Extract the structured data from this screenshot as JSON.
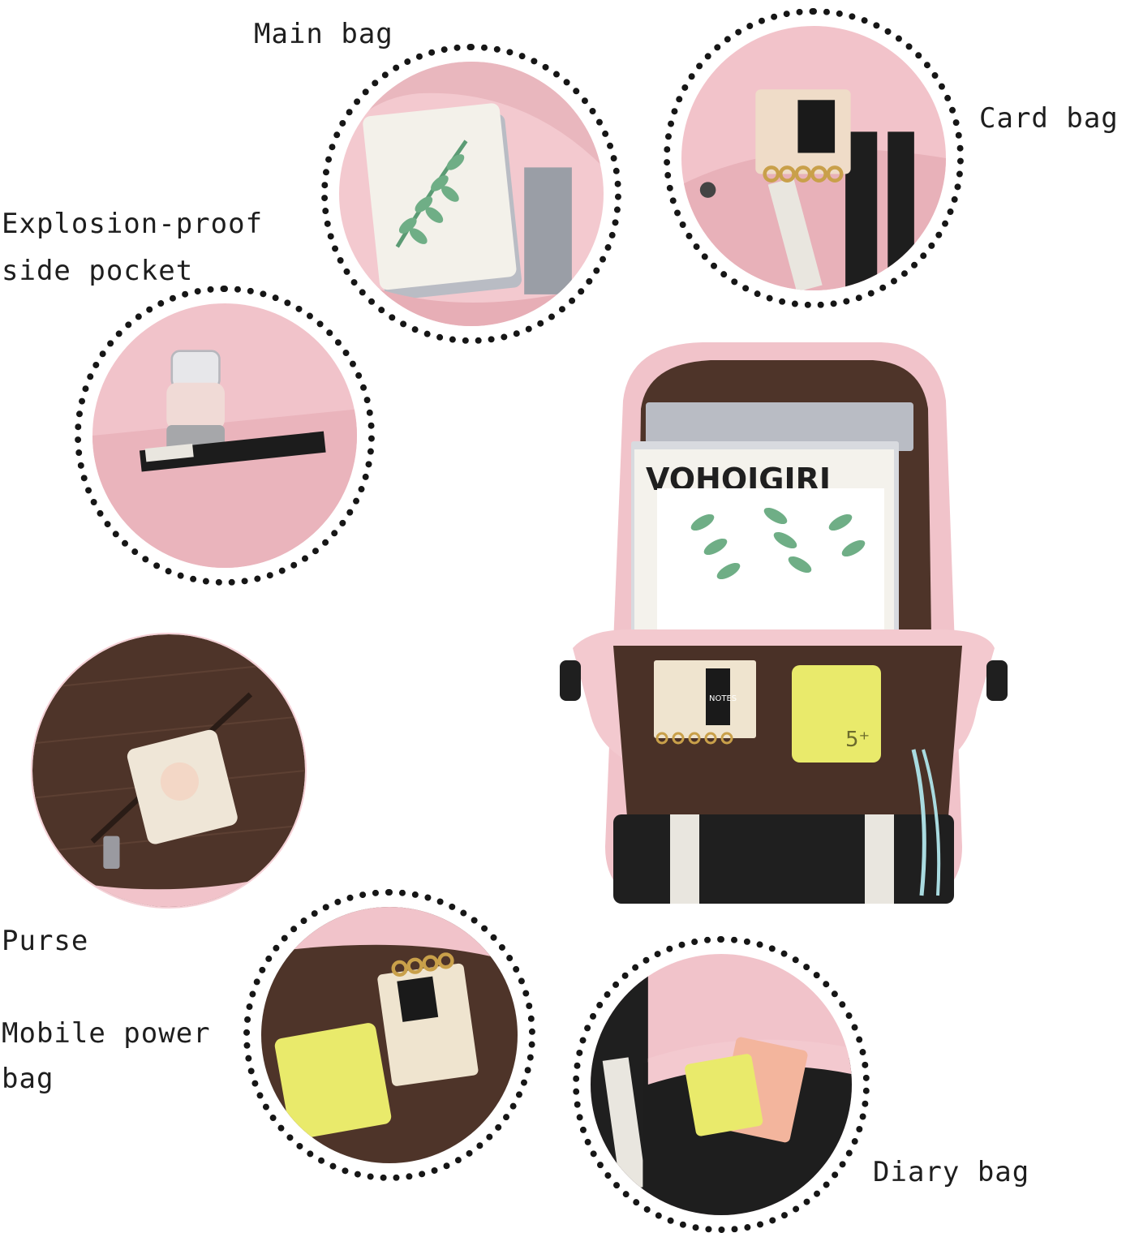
{
  "labels": {
    "main_bag": "Main bag",
    "card_bag": "Card bag",
    "side_pocket_line1": "Explosion-proof",
    "side_pocket_line2": "side pocket",
    "purse": "Purse",
    "mobile_power_line1": "Mobile power",
    "mobile_power_line2": "bag",
    "diary_bag": "Diary bag"
  },
  "product_prints": {
    "book_title": "VOHOIGIRI",
    "notebook_label": "NOTES",
    "power_bank_label": "5⁺"
  },
  "colors": {
    "bag_pink": "#f1c4cb",
    "lining_brown": "#4e3429",
    "leather_black": "#1f1f1f",
    "power_bank_yellow": "#e9ea6b",
    "leaf_green": "#6fae86"
  }
}
